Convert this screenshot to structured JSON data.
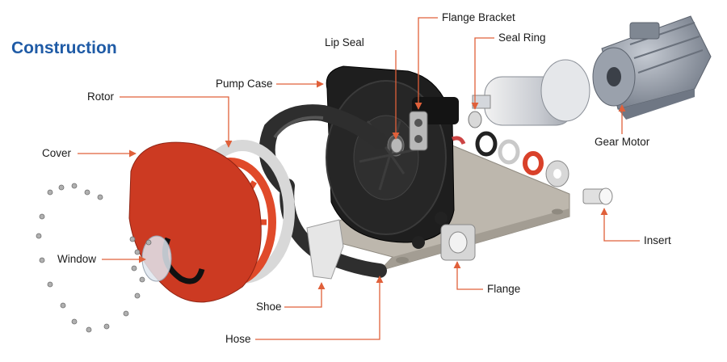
{
  "title": "Construction",
  "colors": {
    "title": "#1f5ba6",
    "callout": "#e0603a",
    "cover": "#cc3a22",
    "rotor": "#e04a2a",
    "pump_case": "#1e1e1e",
    "frame": "#bdb7ad",
    "hose": "#2e2e2e",
    "motor": "#8c94a0"
  },
  "labels": {
    "flange_bracket": "Flange Bracket",
    "lip_seal": "Lip Seal",
    "seal_ring": "Seal Ring",
    "pump_case": "Pump Case",
    "rotor": "Rotor",
    "gear_motor": "Gear Motor",
    "cover": "Cover",
    "window": "Window",
    "insert": "Insert",
    "flange": "Flange",
    "shoe": "Shoe",
    "hose": "Hose"
  }
}
